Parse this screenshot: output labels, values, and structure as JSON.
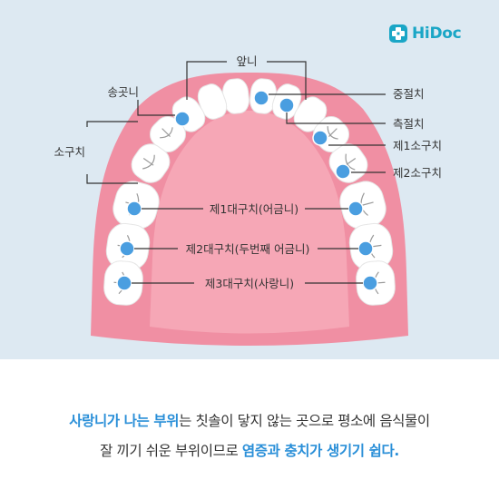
{
  "brand": {
    "logo_text": "HiDoc",
    "logo_icon": "hidoc-cross-icon",
    "accent": "#1aa6c6"
  },
  "diagram": {
    "colors": {
      "background": "#dde9f2",
      "gum": "#f08fa3",
      "palate": "#f6a7b6",
      "tooth": "#ffffff",
      "dot": "#4a9ee0",
      "line": "#333333"
    },
    "labels": {
      "front_teeth": "앞니",
      "canine": "송곳니",
      "premolars": "소구치",
      "central_incisor": "중절치",
      "lateral_incisor": "측절치",
      "first_premolar": "제1소구치",
      "second_premolar": "제2소구치",
      "first_molar": "제1대구치(어금니)",
      "second_molar": "제2대구치(두번째 어금니)",
      "third_molar": "제3대구치(사랑니)"
    }
  },
  "caption": {
    "line1": [
      {
        "text": "사랑니가 나는 부위",
        "highlight": true
      },
      {
        "text": "는 칫솔이 닿지 않는 곳으로 평소에 음식물이",
        "highlight": false
      }
    ],
    "line2": [
      {
        "text": "잘 끼기 쉬운 부위이므로 ",
        "highlight": false
      },
      {
        "text": "염증과 충치가 생기기 쉽다.",
        "highlight": true
      }
    ],
    "highlight_color": "#2a8fd8"
  }
}
